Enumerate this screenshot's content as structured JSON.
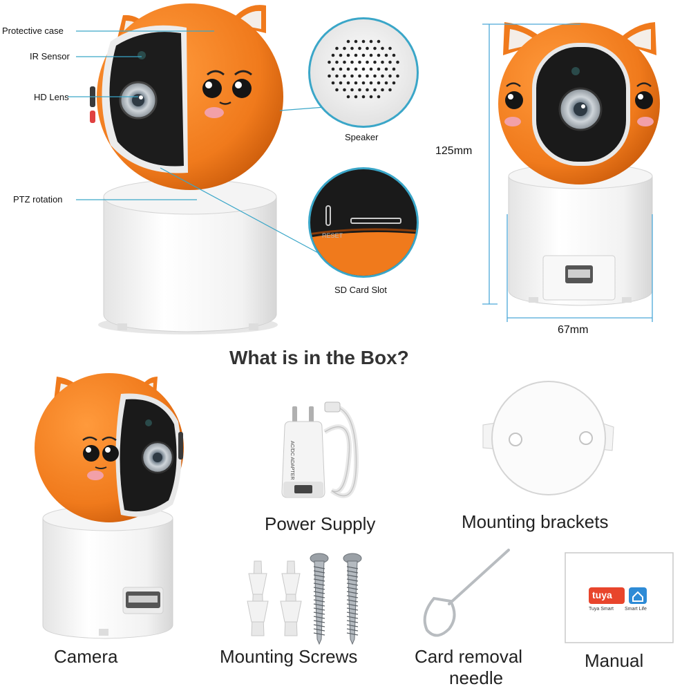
{
  "callouts": {
    "protective_case": "Protective case",
    "ir_sensor": "IR Sensor",
    "hd_lens": "HD Lens",
    "ptz_rotation": "PTZ rotation",
    "speaker": "Speaker",
    "sd_card_slot": "SD Card Slot",
    "reset": "RESET"
  },
  "dimensions": {
    "height": "125mm",
    "width": "67mm"
  },
  "box_heading": "What is in the Box?",
  "items": {
    "power_supply": "Power Supply",
    "mounting_brackets": "Mounting brackets",
    "camera": "Camera",
    "mounting_screws": "Mounting Screws",
    "card_needle_line1": "Card removal",
    "card_needle_line2": "needle",
    "manual": "Manual"
  },
  "adapter_label": "AC/DC ADAPTER",
  "manual_brand": {
    "tuya": "tuya",
    "tuya_smart": "Tuya Smart",
    "smart_life": "Smart Life"
  },
  "colors": {
    "orange": "#f07a1c",
    "orange_dark": "#d4600c",
    "lens_face": "#222222",
    "callout_line": "#3aa6c8",
    "dim_line": "#4aa8d8",
    "tuya_red": "#e8452c",
    "smart_life_blue": "#2e8bd6"
  }
}
